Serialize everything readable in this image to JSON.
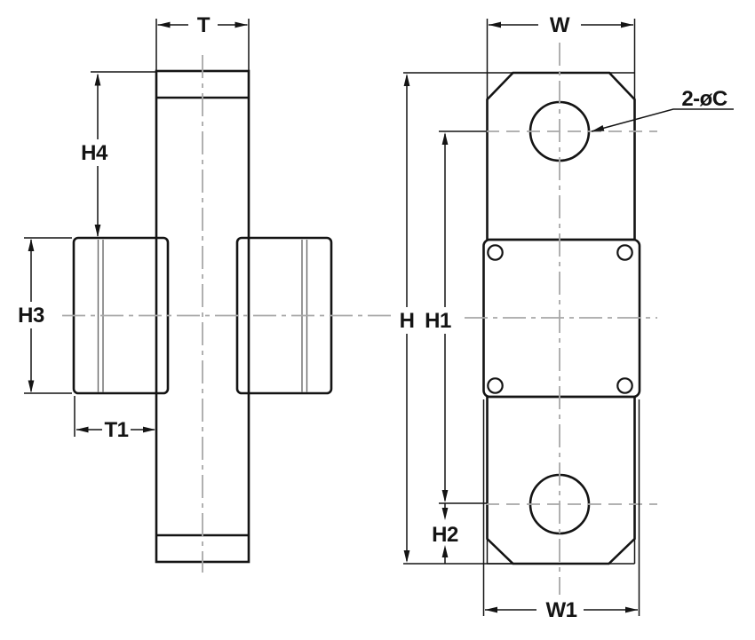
{
  "labels": {
    "T": "T",
    "H4": "H4",
    "H3": "H3",
    "T1": "T1",
    "W": "W",
    "H": "H",
    "H1": "H1",
    "H2": "H2",
    "W1": "W1",
    "hole_note": "2-øC"
  },
  "colors": {
    "outline": "#141414",
    "centerline": "#a8a8a8",
    "groove": "#6a6a6a",
    "background": "#ffffff"
  }
}
